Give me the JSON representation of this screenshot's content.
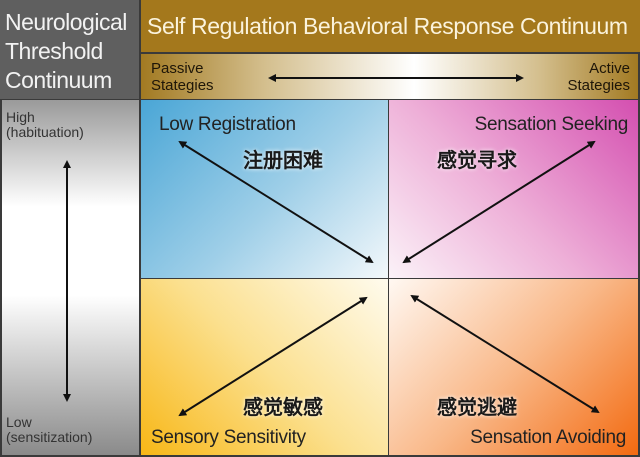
{
  "left_header": {
    "line1": "Neurological",
    "line2": "Threshold",
    "line3": "Continuum"
  },
  "top_header": {
    "title": "Self Regulation Behavioral Response Continuum",
    "passive": [
      "Passive",
      "Stategies"
    ],
    "active": [
      "Active",
      "Stategies"
    ]
  },
  "threshold_axis": {
    "high": [
      "High",
      "(habituation)"
    ],
    "low": [
      "Low",
      "(sensitization)"
    ]
  },
  "quadrants": [
    {
      "label": "Low Registration",
      "chinese": "注册困难",
      "color": "#4aa6d6"
    },
    {
      "label": "Sensation Seeking",
      "chinese": "感觉寻求",
      "color": "#d44fb0"
    },
    {
      "label": "Sensory Sensitivity",
      "chinese": "感觉敏感",
      "color": "#f8b716"
    },
    {
      "label": "Sensation Avoiding",
      "chinese": "感觉逃避",
      "color": "#f36a10"
    }
  ]
}
